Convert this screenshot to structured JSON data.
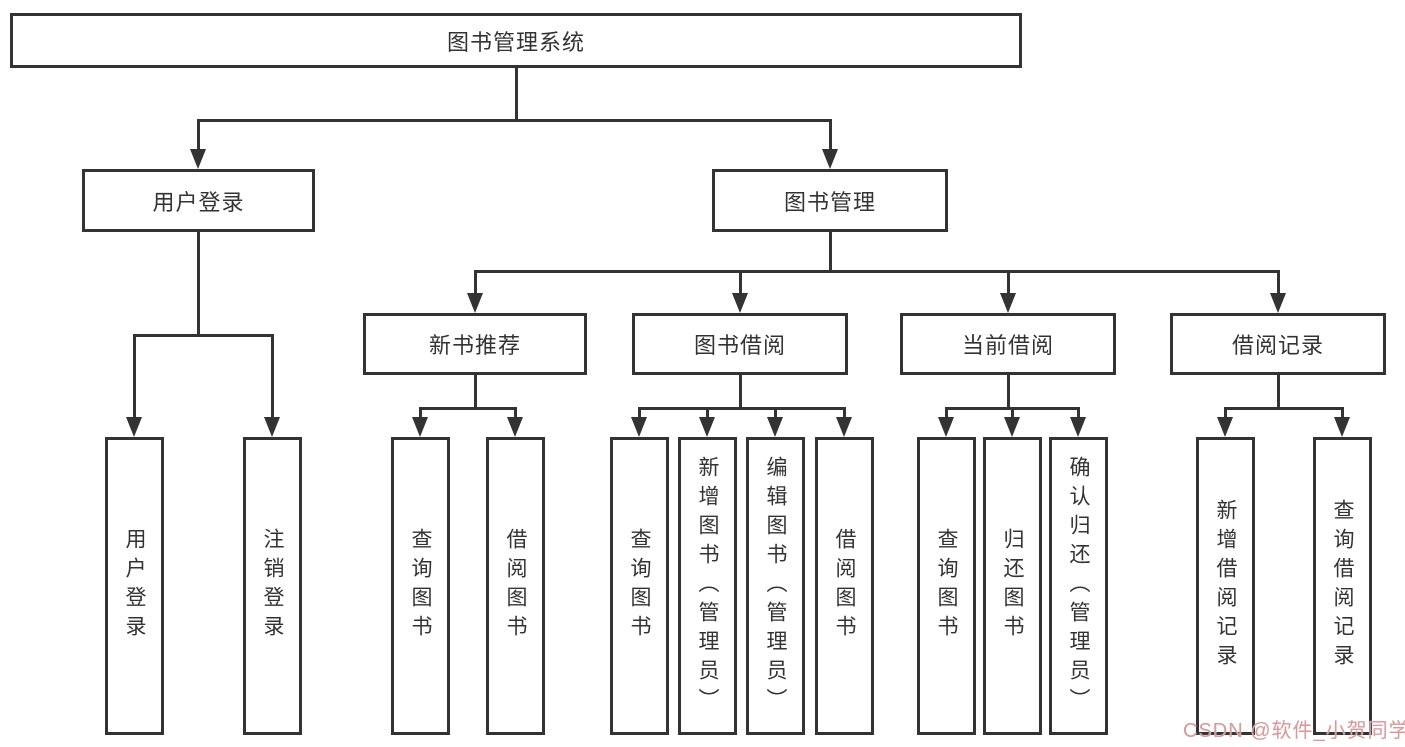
{
  "root": {
    "label": "图书管理系统"
  },
  "level2": {
    "user_login": "用户登录",
    "book_management": "图书管理"
  },
  "level3": {
    "new_book_recommend": "新书推荐",
    "book_borrow": "图书借阅",
    "current_borrow": "当前借阅",
    "borrow_record": "借阅记录"
  },
  "leaves": {
    "user_login": "用户登录",
    "logout": "注销登录",
    "recommend_query_book": "查询图书",
    "recommend_borrow_book": "借阅图书",
    "borrow_query_book": "查询图书",
    "borrow_add_book": "新增图书（管理员）",
    "borrow_edit_book": "编辑图书（管理员）",
    "borrow_borrow_book": "借阅图书",
    "current_query_book": "查询图书",
    "current_return_book": "归还图书",
    "current_confirm_return": "确认归还（管理员）",
    "record_add": "新增借阅记录",
    "record_query": "查询借阅记录"
  },
  "watermark": "CSDN @软件_小贺同学",
  "colors": {
    "line": "#333333",
    "box_border": "#333333",
    "text": "#333333",
    "background": "#ffffff",
    "watermark": "#d49c9e"
  }
}
